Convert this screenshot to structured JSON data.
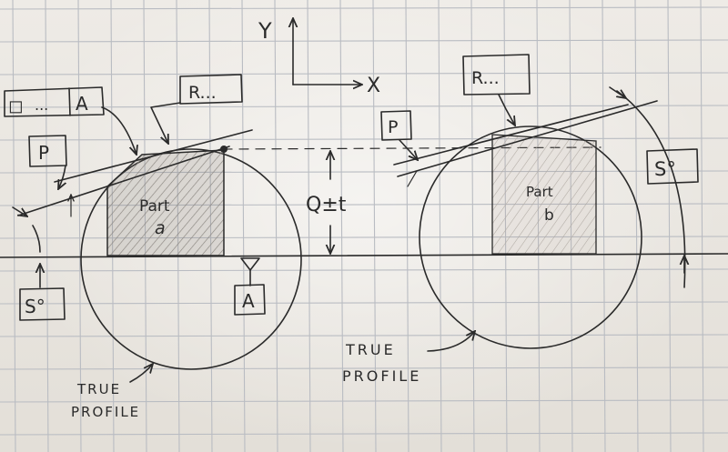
{
  "axes": {
    "y_label": "Y",
    "x_label": "X"
  },
  "part_a": {
    "label_top": "Part",
    "label_bottom": "a",
    "datum_feature_box": [
      "◻",
      "...",
      "A"
    ],
    "profile_box": "R...",
    "basis_box": "P",
    "angle_box": "S°",
    "datum_symbol": "A",
    "caption_line1": "TRUE",
    "caption_line2": "PROFILE"
  },
  "part_b": {
    "label_top": "Part",
    "label_bottom": "b",
    "profile_box": "R...",
    "basis_box": "P",
    "angle_box": "S°",
    "caption_line1": "TRUE",
    "caption_line2": "PROFILE"
  },
  "dimension": {
    "label": "Q±t"
  },
  "colors": {
    "ink": "#2a2a2a",
    "grid": "#b9bcc2",
    "paper": "#e9e5df",
    "hatch": "#8a8580"
  }
}
